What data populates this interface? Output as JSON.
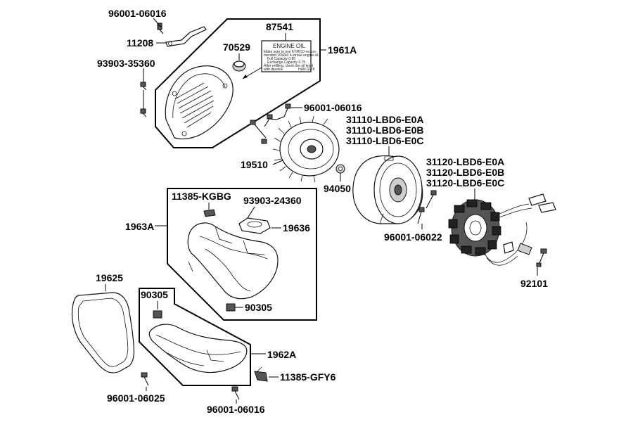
{
  "labels": {
    "screw_top": "96001-06016",
    "bracket": "11208",
    "screw_left": "93903-35360",
    "decal": "87541",
    "cap": "70529",
    "cover_assy": "1961A",
    "screws_fan": "96001-06016",
    "flywheel_a": "31110-LBD6-E0A",
    "flywheel_b": "31110-LBD6-E0B",
    "flywheel_c": "31110-LBD6-E0C",
    "fan": "19510",
    "washer": "94050",
    "stator_a": "31120-LBD6-E0A",
    "stator_b": "31120-LBD6-E0B",
    "stator_c": "31120-LBD6-E0C",
    "clip_kgbg": "11385-KGBG",
    "screw_shroud": "93903-24360",
    "shroud_assy": "1963A",
    "seal_plate": "19636",
    "stator_screws": "96001-06022",
    "sensor": "92101",
    "gasket": "19625",
    "nut_upper": "90305",
    "nut_lower": "90305",
    "lower_shroud_assy": "1962A",
    "clip_gfy6": "11385-GFY6",
    "screw_bottom_left": "96001-06025",
    "screw_bottom_right": "96001-06016"
  },
  "decal_text": {
    "title": "ENGINE OIL",
    "line1": "Make sure to use KYMCO-recom-",
    "line2": "mended 10W40 4-stroke engine oil.",
    "line3": "Full Capacity        0.85",
    "line4": "Exchange Capacity    0.75",
    "line5": "After refilling, check the oil level",
    "line6": "with dipstick.",
    "code": "HAN-3178"
  }
}
